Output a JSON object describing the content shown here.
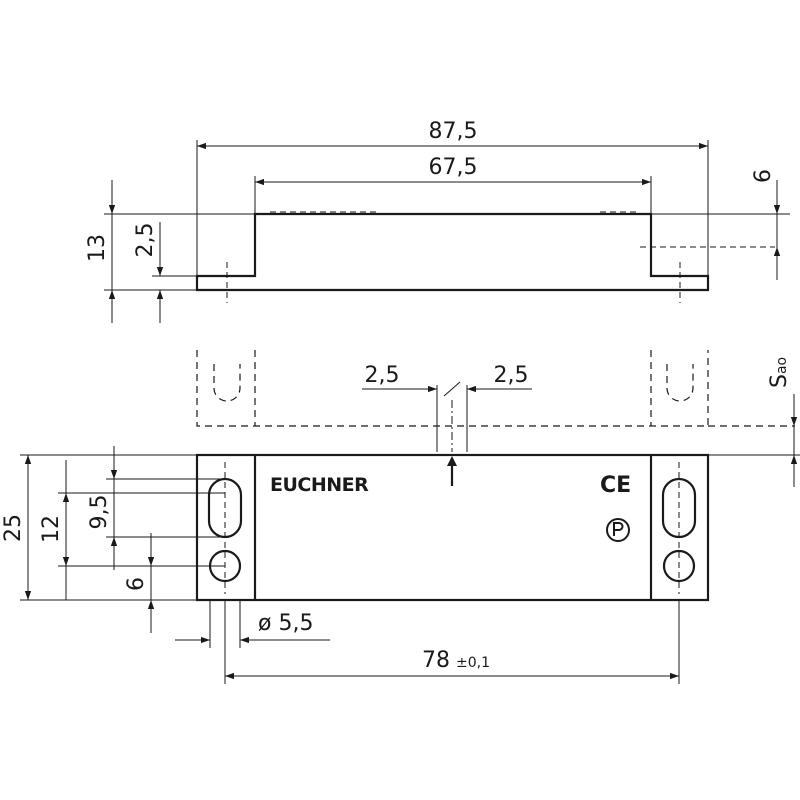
{
  "drawing": {
    "brand": "EUCHNER",
    "ce_mark": "CE",
    "dimensions": {
      "overall_length": "87,5",
      "top_length": "67,5",
      "height": "13",
      "flange_thickness": "2,5",
      "side_offset": "6",
      "gap_left": "2,5",
      "gap_right": "2,5",
      "switch_distance": "S",
      "switch_distance_sub": "ao",
      "width": "25",
      "hole_pitch": "12",
      "slot_length": "9,5",
      "hole_offset": "6",
      "hole_diameter": "ø 5,5",
      "mount_pitch": "78",
      "mount_tolerance": "±0,1"
    }
  }
}
